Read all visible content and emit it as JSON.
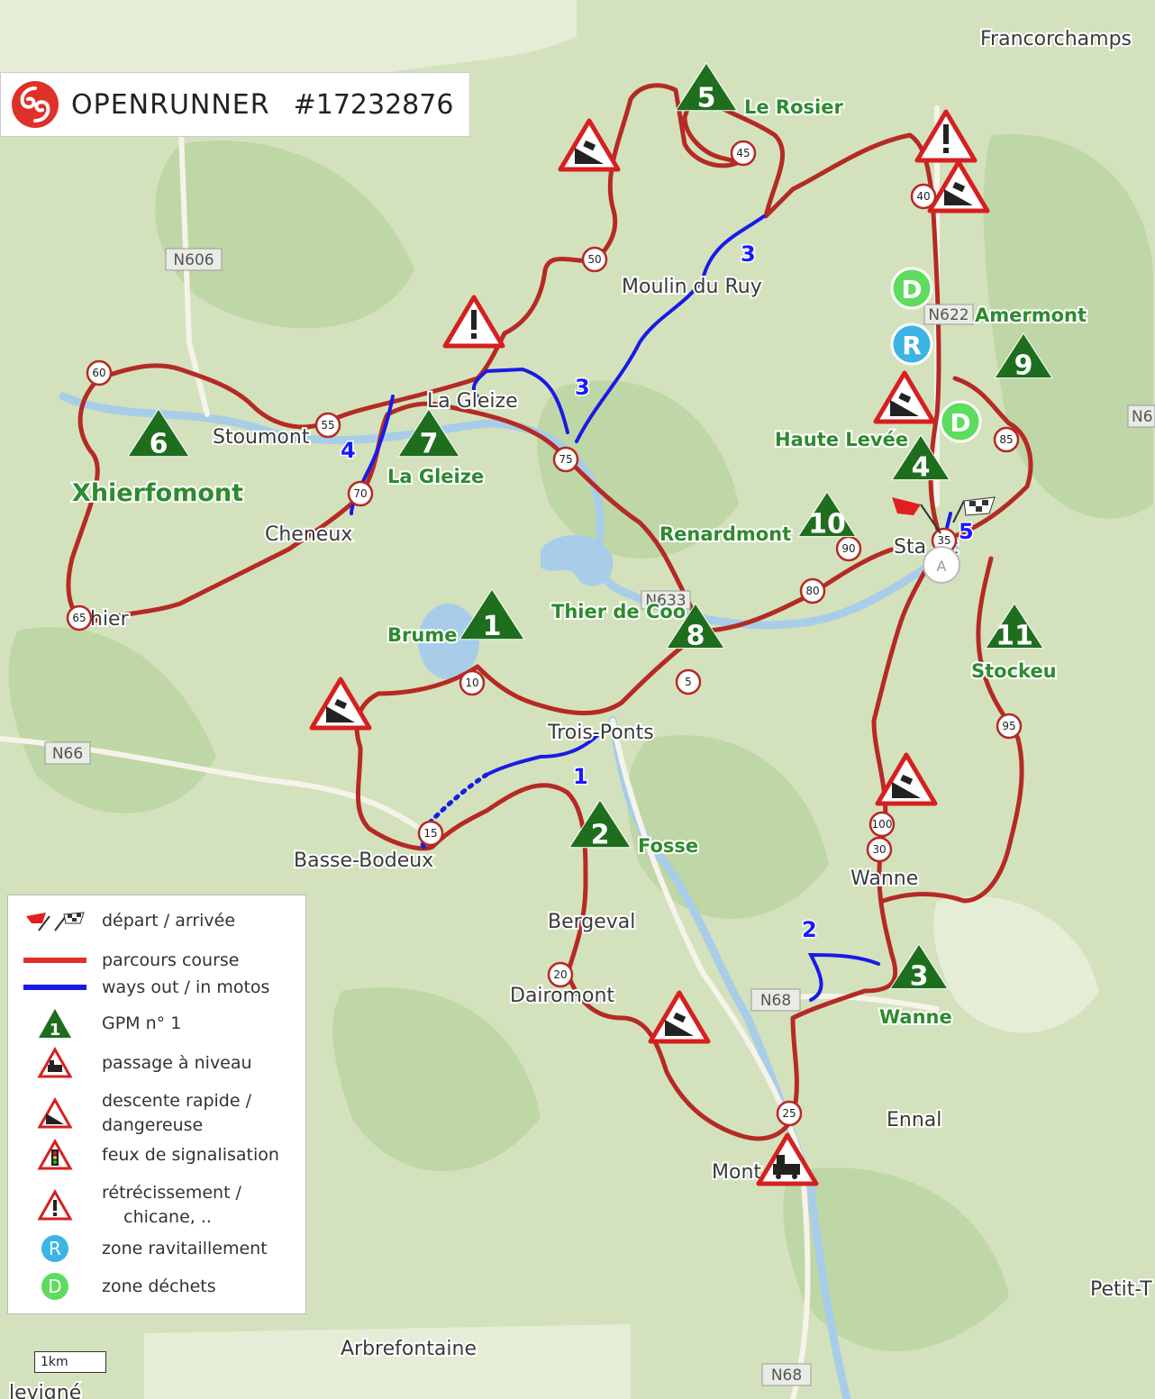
{
  "brand": {
    "name": "OPENRUNNER",
    "route_id": "#17232876"
  },
  "colors": {
    "route": "#b52a25",
    "moto": "#1a1ae6",
    "gpm": "#1e6e1e",
    "gpm_label": "#2e8b2e",
    "water": "#a8cde8",
    "forest": "#c7dcb0",
    "ravito": "#3cb4e6",
    "dechets": "#5ddc5d"
  },
  "places": {
    "francorchamps": "Francorchamps",
    "moulin_du_ruy": "Moulin du Ruy",
    "la_gleize": "La Gleize",
    "stoumont": "Stoumont",
    "cheneux": "Cheneux",
    "hier": "hier",
    "trois_ponts": "Trois-Ponts",
    "basse_bodeux": "Basse-Bodeux",
    "bergeval": "Bergeval",
    "dairomont": "Dairomont",
    "wanne": "Wanne",
    "ennal": "Ennal",
    "mont": "Mont",
    "arbrefontaine": "Arbrefontaine",
    "petit_t": "Petit-T",
    "stavelot": "Sta    lot",
    "lavigne": "levigné"
  },
  "roads": {
    "n606": "N606",
    "n66": "N66",
    "n68a": "N68",
    "n68b": "N68",
    "n622": "N622",
    "n633": "N633",
    "n622b": "N6"
  },
  "gpm": [
    {
      "num": "1",
      "name": "Brume"
    },
    {
      "num": "2",
      "name": "Fosse"
    },
    {
      "num": "3",
      "name": "Wanne"
    },
    {
      "num": "4",
      "name": "Haute Levée"
    },
    {
      "num": "5",
      "name": "Le Rosier"
    },
    {
      "num": "6",
      "name": "Xhierfomont"
    },
    {
      "num": "7",
      "name": "La Gleize"
    },
    {
      "num": "8",
      "name": "Thier de Coo"
    },
    {
      "num": "9",
      "name": "Amermont"
    },
    {
      "num": "10",
      "name": "Renardmont"
    },
    {
      "num": "11",
      "name": "Stockeu"
    }
  ],
  "km_markers": [
    "5",
    "10",
    "15",
    "20",
    "25",
    "30",
    "35",
    "40",
    "45",
    "50",
    "55",
    "60",
    "65",
    "70",
    "75",
    "80",
    "85",
    "90",
    "95",
    "100"
  ],
  "moto_numbers": {
    "m1": "1",
    "m2": "2",
    "m3a": "3",
    "m3b": "3",
    "m4": "4",
    "m5": "5"
  },
  "zones": {
    "ravito": "R",
    "dechets": "D",
    "arrivee": "A"
  },
  "legend": {
    "depart_arrivee": "départ / arrivée",
    "parcours": "parcours course",
    "ways": "ways out / in motos",
    "gpm": "GPM n° 1",
    "gpm_num": "1",
    "passage": "passage à niveau",
    "descente_1": "descente rapide /",
    "descente_2": "dangereuse",
    "feux": "feux de signalisation",
    "retrecissement_1": "rétrécissement /",
    "retrecissement_2": "chicane, ..",
    "ravito": "zone ravitaillement",
    "ravito_letter": "R",
    "dechets": "zone déchets",
    "dechets_letter": "D"
  },
  "scale": "1km"
}
